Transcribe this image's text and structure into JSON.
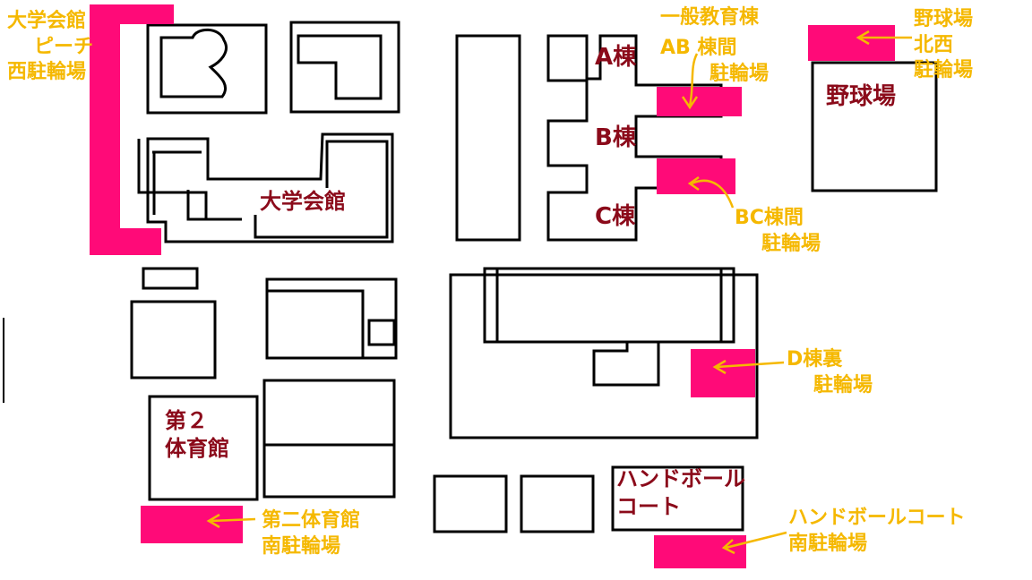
{
  "colors": {
    "parking": "#ff0a78",
    "building_label": "#8b0a1a",
    "parking_label": "#f5b800",
    "outline": "#000000"
  },
  "buildings": {
    "a_wing": "A棟",
    "b_wing": "B棟",
    "c_wing": "C棟",
    "student_hall": "大学会館",
    "baseball_field": "野球場",
    "gym2": [
      "第２",
      "体育館"
    ],
    "handball_court": [
      "ハンドボール",
      "コート"
    ]
  },
  "parking_labels": {
    "hall_beach": [
      "大学会館",
      "ピーチ",
      "西駐輪場"
    ],
    "general_ed": "一般教育棟",
    "ab": [
      "AB 棟間",
      "駐輪場"
    ],
    "baseball_nw": [
      "野球場",
      "北西",
      "駐輪場"
    ],
    "bc": [
      "BC棟間",
      "駐輪場"
    ],
    "d_back": [
      "D棟裏",
      "駐輪場"
    ],
    "gym2_south": [
      "第二体育館",
      "南駐輪場"
    ],
    "handball_south": [
      "ハンドボールコート",
      "南駐輪場"
    ]
  }
}
